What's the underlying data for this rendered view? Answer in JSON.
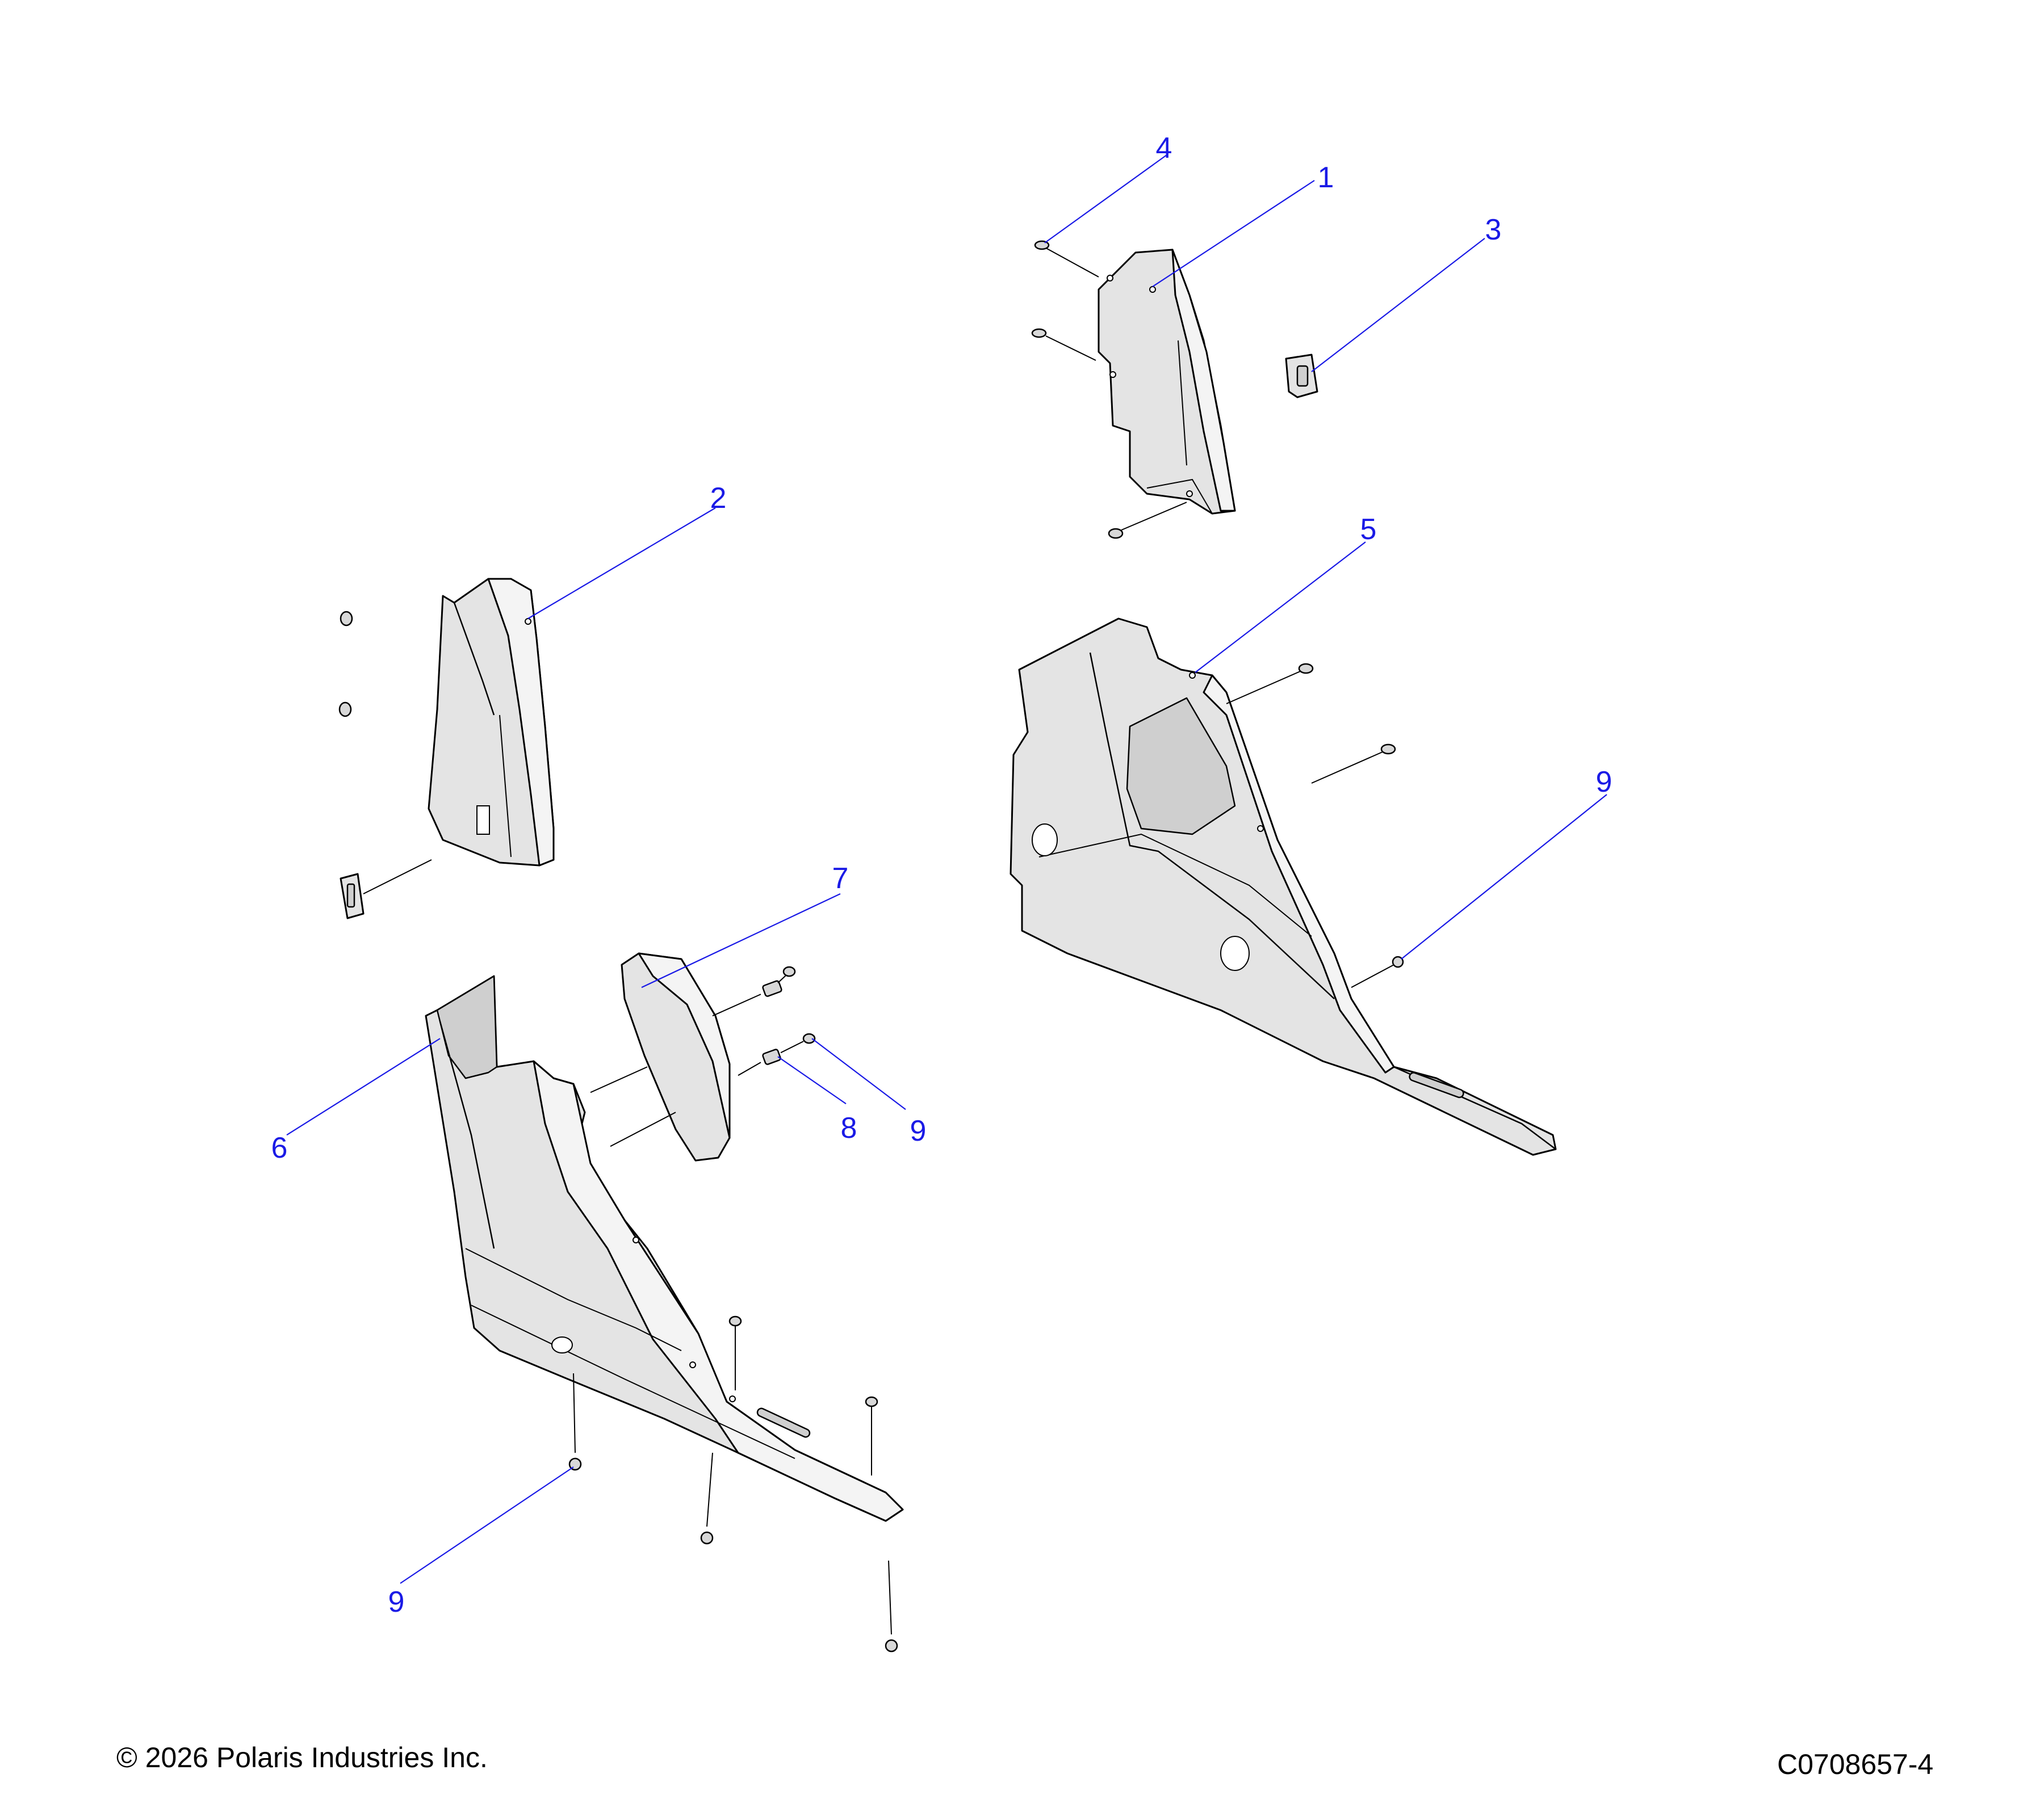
{
  "callouts": {
    "c1": "1",
    "c2": "2",
    "c3": "3",
    "c4": "4",
    "c5": "5",
    "c6": "6",
    "c7": "7",
    "c8": "8",
    "c9a": "9",
    "c9b": "9",
    "c9c": "9"
  },
  "footer": {
    "copyright": "© 2026 Polaris Industries Inc.",
    "diagram_id": "C0708657-4"
  },
  "colors": {
    "callout": "#1a1ae6",
    "line": "#000000",
    "part_fill": "#e4e4e4"
  }
}
